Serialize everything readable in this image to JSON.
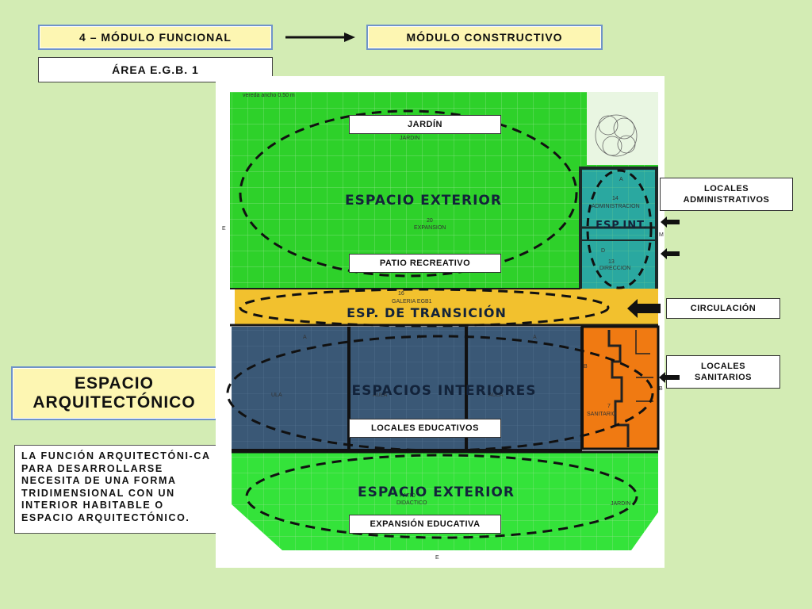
{
  "header": {
    "functional_module": "4 – MÓDULO FUNCIONAL",
    "constructive_module": "MÓDULO CONSTRUCTIVO",
    "area": "ÁREA  E.G.B. 1"
  },
  "main_concept": {
    "line1": "ESPACIO",
    "line2": "ARQUITECTÓNICO"
  },
  "description": "LA FUNCIÓN ARQUITECTÓNI-CA PARA DESARROLLARSE NECESITA DE UNA FORMA TRIDIMENSIONAL CON UN INTERIOR HABITABLE O ESPACIO ARQUITECTÓNICO.",
  "zones": {
    "exterior_top": "ESPACIO EXTERIOR",
    "interior_small": "ESP.INT.",
    "transition": "ESP. DE TRANSICIÓN",
    "interiors": "ESPACIOS INTERIORES",
    "exterior_bottom": "ESPACIO EXTERIOR"
  },
  "labels": {
    "garden": "JARDÍN",
    "recreation_patio": "PATIO RECREATIVO",
    "educational_rooms": "LOCALES  EDUCATIVOS",
    "educational_expansion": "EXPANSIÓN EDUCATIVA",
    "admin_line1": "LOCALES",
    "admin_line2": "ADMINISTRATIVOS",
    "circulation": "CIRCULACIÓN",
    "sanitary_line1": "LOCALES",
    "sanitary_line2": "SANITARIOS"
  },
  "plan_text": {
    "sidewalk": "vereda ancho 0.50 m",
    "garden_small": "JARDIN",
    "expansion_num": "20",
    "expansion": "EXPANSION",
    "admin_num": "14",
    "admin": "ADMINISTRACION",
    "direction_num": "13",
    "direction": "DIRECCION",
    "gallery_num": "16",
    "gallery": "GALERIA EGB1",
    "sanitary_num": "7",
    "sanitary": "SANITARIO",
    "classroom_1": "ULA",
    "classroom_2": "AULA",
    "classroom_3": "AULA",
    "patio": "PATIO",
    "didactic": "DIDACTICO",
    "garden_bottom": "JARDIN",
    "letter_e": "E",
    "letter_m": "M",
    "letter_a": "A",
    "letter_b": "B",
    "letter_d": "D"
  },
  "colors": {
    "green_space": "#2ed12a",
    "bright_green": "#34e33a",
    "teal_admin": "#2aa8a0",
    "transition_yellow": "#f2c12e",
    "classroom_blue": "#3a5876",
    "sanitary_orange": "#f07a12",
    "label_yellow": "#fdf6b2",
    "background": "#d3ecb4"
  }
}
